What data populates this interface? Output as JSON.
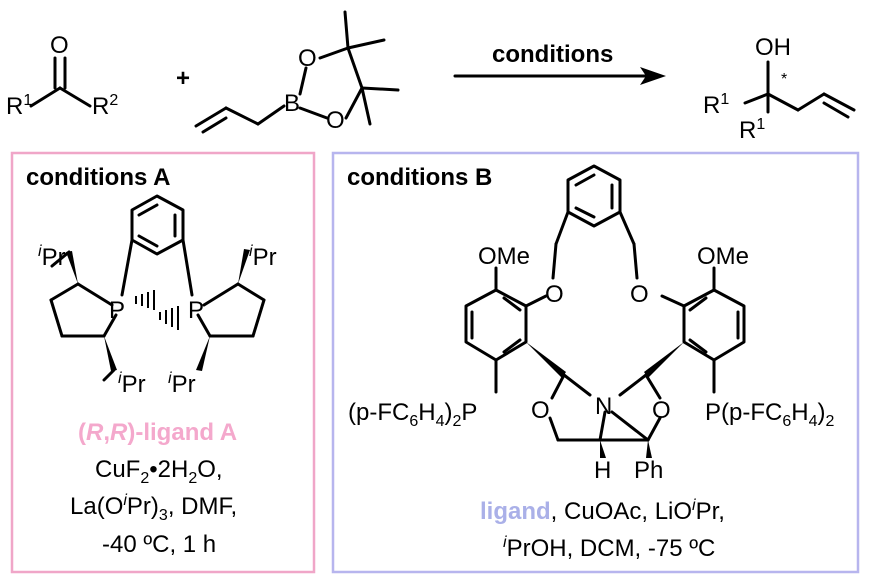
{
  "colors": {
    "box_a": "#f0a6c8",
    "box_b": "#b7b5ee",
    "ligand_a_label": "#f4a8cc",
    "ligand_b_label": "#aab0e8"
  },
  "reaction": {
    "ketone": {
      "atom_o": "O",
      "r_left": "R",
      "r_left_sup": "1",
      "r_right": "R",
      "r_right_sup": "2"
    },
    "plus": "+",
    "boronate": {
      "atom_b": "B",
      "atom_o1": "O",
      "atom_o2": "O"
    },
    "arrow_label": "conditions",
    "product": {
      "oh": "OH",
      "star": "*",
      "r1": "R",
      "r1_sup": "1",
      "r2": "R",
      "r2_sup": "1"
    }
  },
  "conditions_a": {
    "title": "conditions A",
    "p_left": "P",
    "p_right": "P",
    "ipr_sup": "i",
    "ipr": "Pr",
    "ligand_label_open": "(",
    "ligand_label_r1": "R",
    "ligand_label_comma": ",",
    "ligand_label_r2": "R",
    "ligand_label_rest": ")-ligand A",
    "line1_a": "CuF",
    "line1_sub": "2",
    "line1_b": "•2H",
    "line1_sub2": "2",
    "line1_c": "O,",
    "line2_a": "La(O",
    "line2_sup": "i",
    "line2_b": "Pr)",
    "line2_sub": "3",
    "line2_c": ", DMF,",
    "line3": "-40 ºC, 1 h"
  },
  "conditions_b": {
    "title": "conditions B",
    "ome": "OMe",
    "o": "O",
    "n": "N",
    "h": "H",
    "ph": "Ph",
    "p_left_a": "(p-FC",
    "p_left_sub1": "6",
    "p_left_b": "H",
    "p_left_sub2": "4",
    "p_left_c": ")",
    "p_left_sub3": "2",
    "p_left_d": "P",
    "p_right_a": "P(p-FC",
    "p_right_sub1": "6",
    "p_right_b": "H",
    "p_right_sub2": "4",
    "p_right_c": ")",
    "p_right_sub3": "2",
    "ligand_word": "ligand",
    "line1_rest": ", CuOAc, LiO",
    "line1_sup": "i",
    "line1_end": "Pr,",
    "line2_sup": "i",
    "line2_rest": "PrOH, DCM, -75 ºC"
  }
}
